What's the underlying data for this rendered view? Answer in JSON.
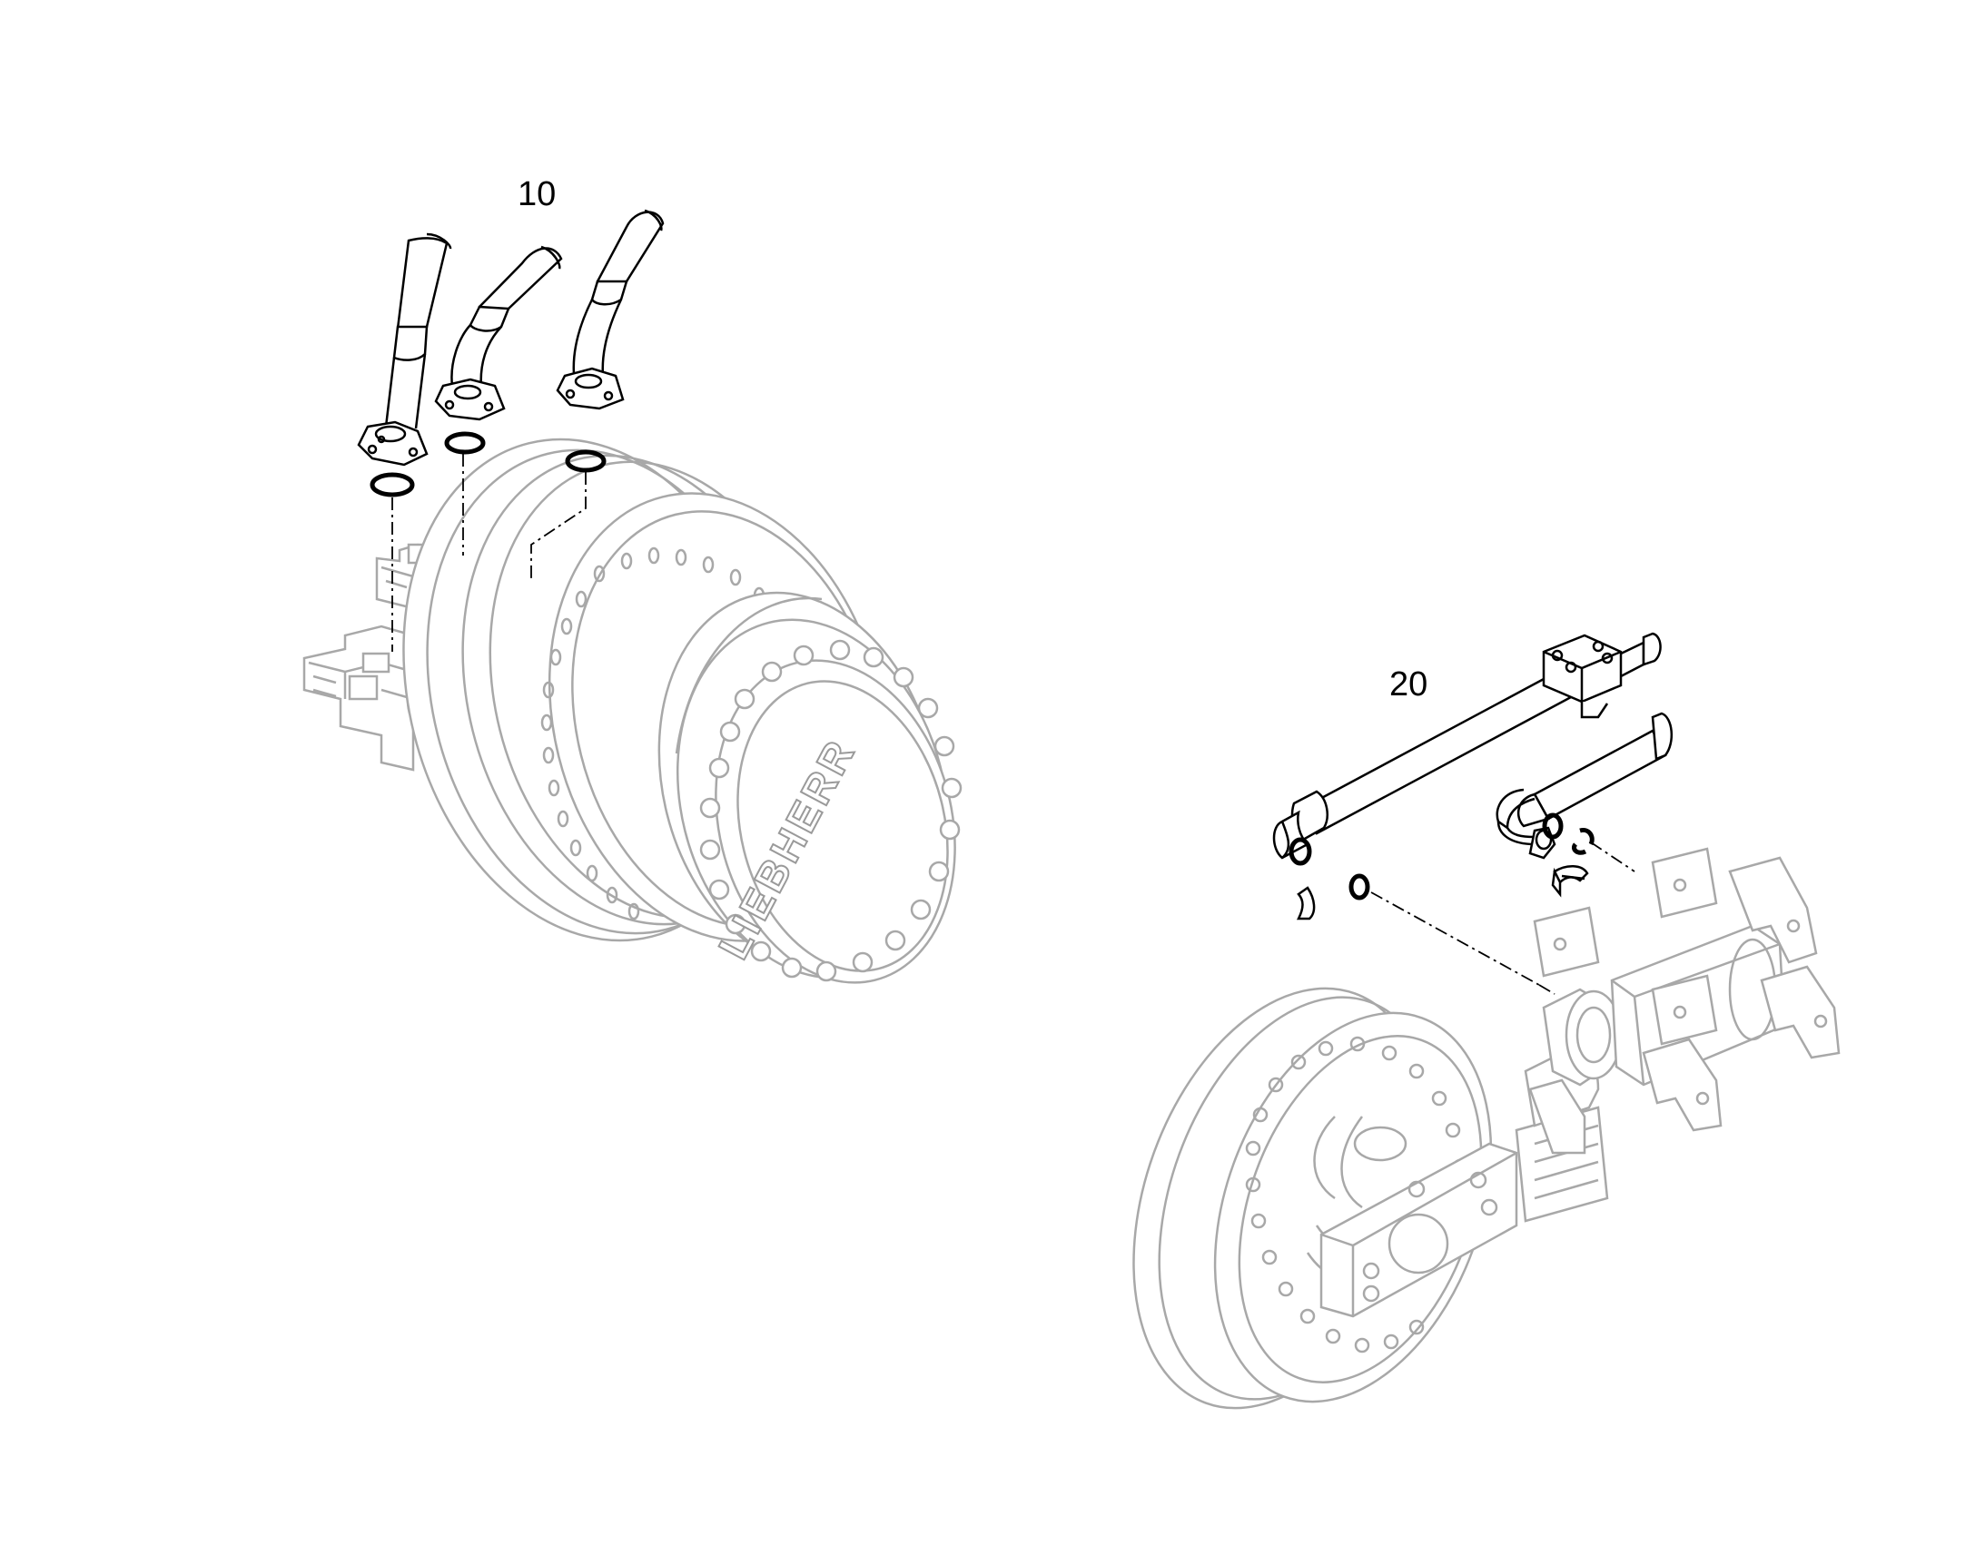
{
  "callouts": {
    "item_10": "10",
    "item_20": "20"
  },
  "logo": {
    "brand": "LIEBHERR"
  },
  "colors": {
    "background": "#ffffff",
    "context_parts": "#a8a8a8",
    "highlighted_parts": "#000000"
  }
}
